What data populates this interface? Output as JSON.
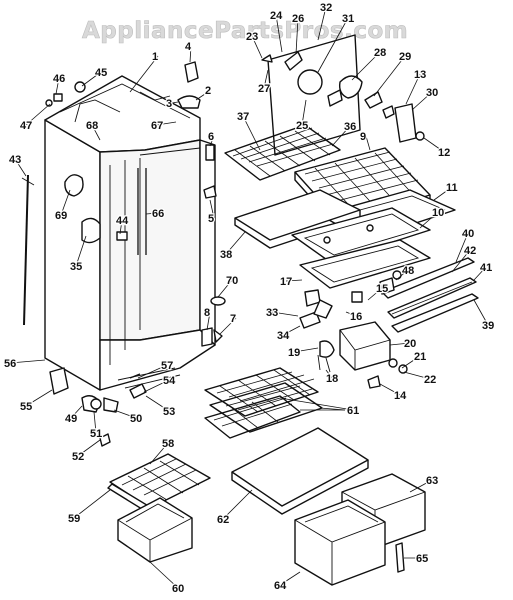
{
  "watermark": "AppliancePartsPros.com",
  "parts": [
    {
      "n": "1"
    },
    {
      "n": "2"
    },
    {
      "n": "3"
    },
    {
      "n": "4"
    },
    {
      "n": "5"
    },
    {
      "n": "6"
    },
    {
      "n": "7"
    },
    {
      "n": "8"
    },
    {
      "n": "9"
    },
    {
      "n": "10"
    },
    {
      "n": "11"
    },
    {
      "n": "12"
    },
    {
      "n": "13"
    },
    {
      "n": "14"
    },
    {
      "n": "15"
    },
    {
      "n": "16"
    },
    {
      "n": "17"
    },
    {
      "n": "18"
    },
    {
      "n": "19"
    },
    {
      "n": "20"
    },
    {
      "n": "21"
    },
    {
      "n": "22"
    },
    {
      "n": "23"
    },
    {
      "n": "24"
    },
    {
      "n": "25"
    },
    {
      "n": "26"
    },
    {
      "n": "27"
    },
    {
      "n": "28"
    },
    {
      "n": "29"
    },
    {
      "n": "30"
    },
    {
      "n": "31"
    },
    {
      "n": "32"
    },
    {
      "n": "33"
    },
    {
      "n": "34"
    },
    {
      "n": "35"
    },
    {
      "n": "36"
    },
    {
      "n": "37"
    },
    {
      "n": "38"
    },
    {
      "n": "39"
    },
    {
      "n": "40"
    },
    {
      "n": "41"
    },
    {
      "n": "42"
    },
    {
      "n": "43"
    },
    {
      "n": "44"
    },
    {
      "n": "45"
    },
    {
      "n": "46"
    },
    {
      "n": "47"
    },
    {
      "n": "48"
    },
    {
      "n": "49"
    },
    {
      "n": "50"
    },
    {
      "n": "51"
    },
    {
      "n": "52"
    },
    {
      "n": "53"
    },
    {
      "n": "54"
    },
    {
      "n": "55"
    },
    {
      "n": "56"
    },
    {
      "n": "57"
    },
    {
      "n": "58"
    },
    {
      "n": "59"
    },
    {
      "n": "60"
    },
    {
      "n": "61"
    },
    {
      "n": "62"
    },
    {
      "n": "63"
    },
    {
      "n": "64"
    },
    {
      "n": "65"
    },
    {
      "n": "66"
    },
    {
      "n": "67"
    },
    {
      "n": "68"
    },
    {
      "n": "69"
    },
    {
      "n": "70"
    }
  ]
}
